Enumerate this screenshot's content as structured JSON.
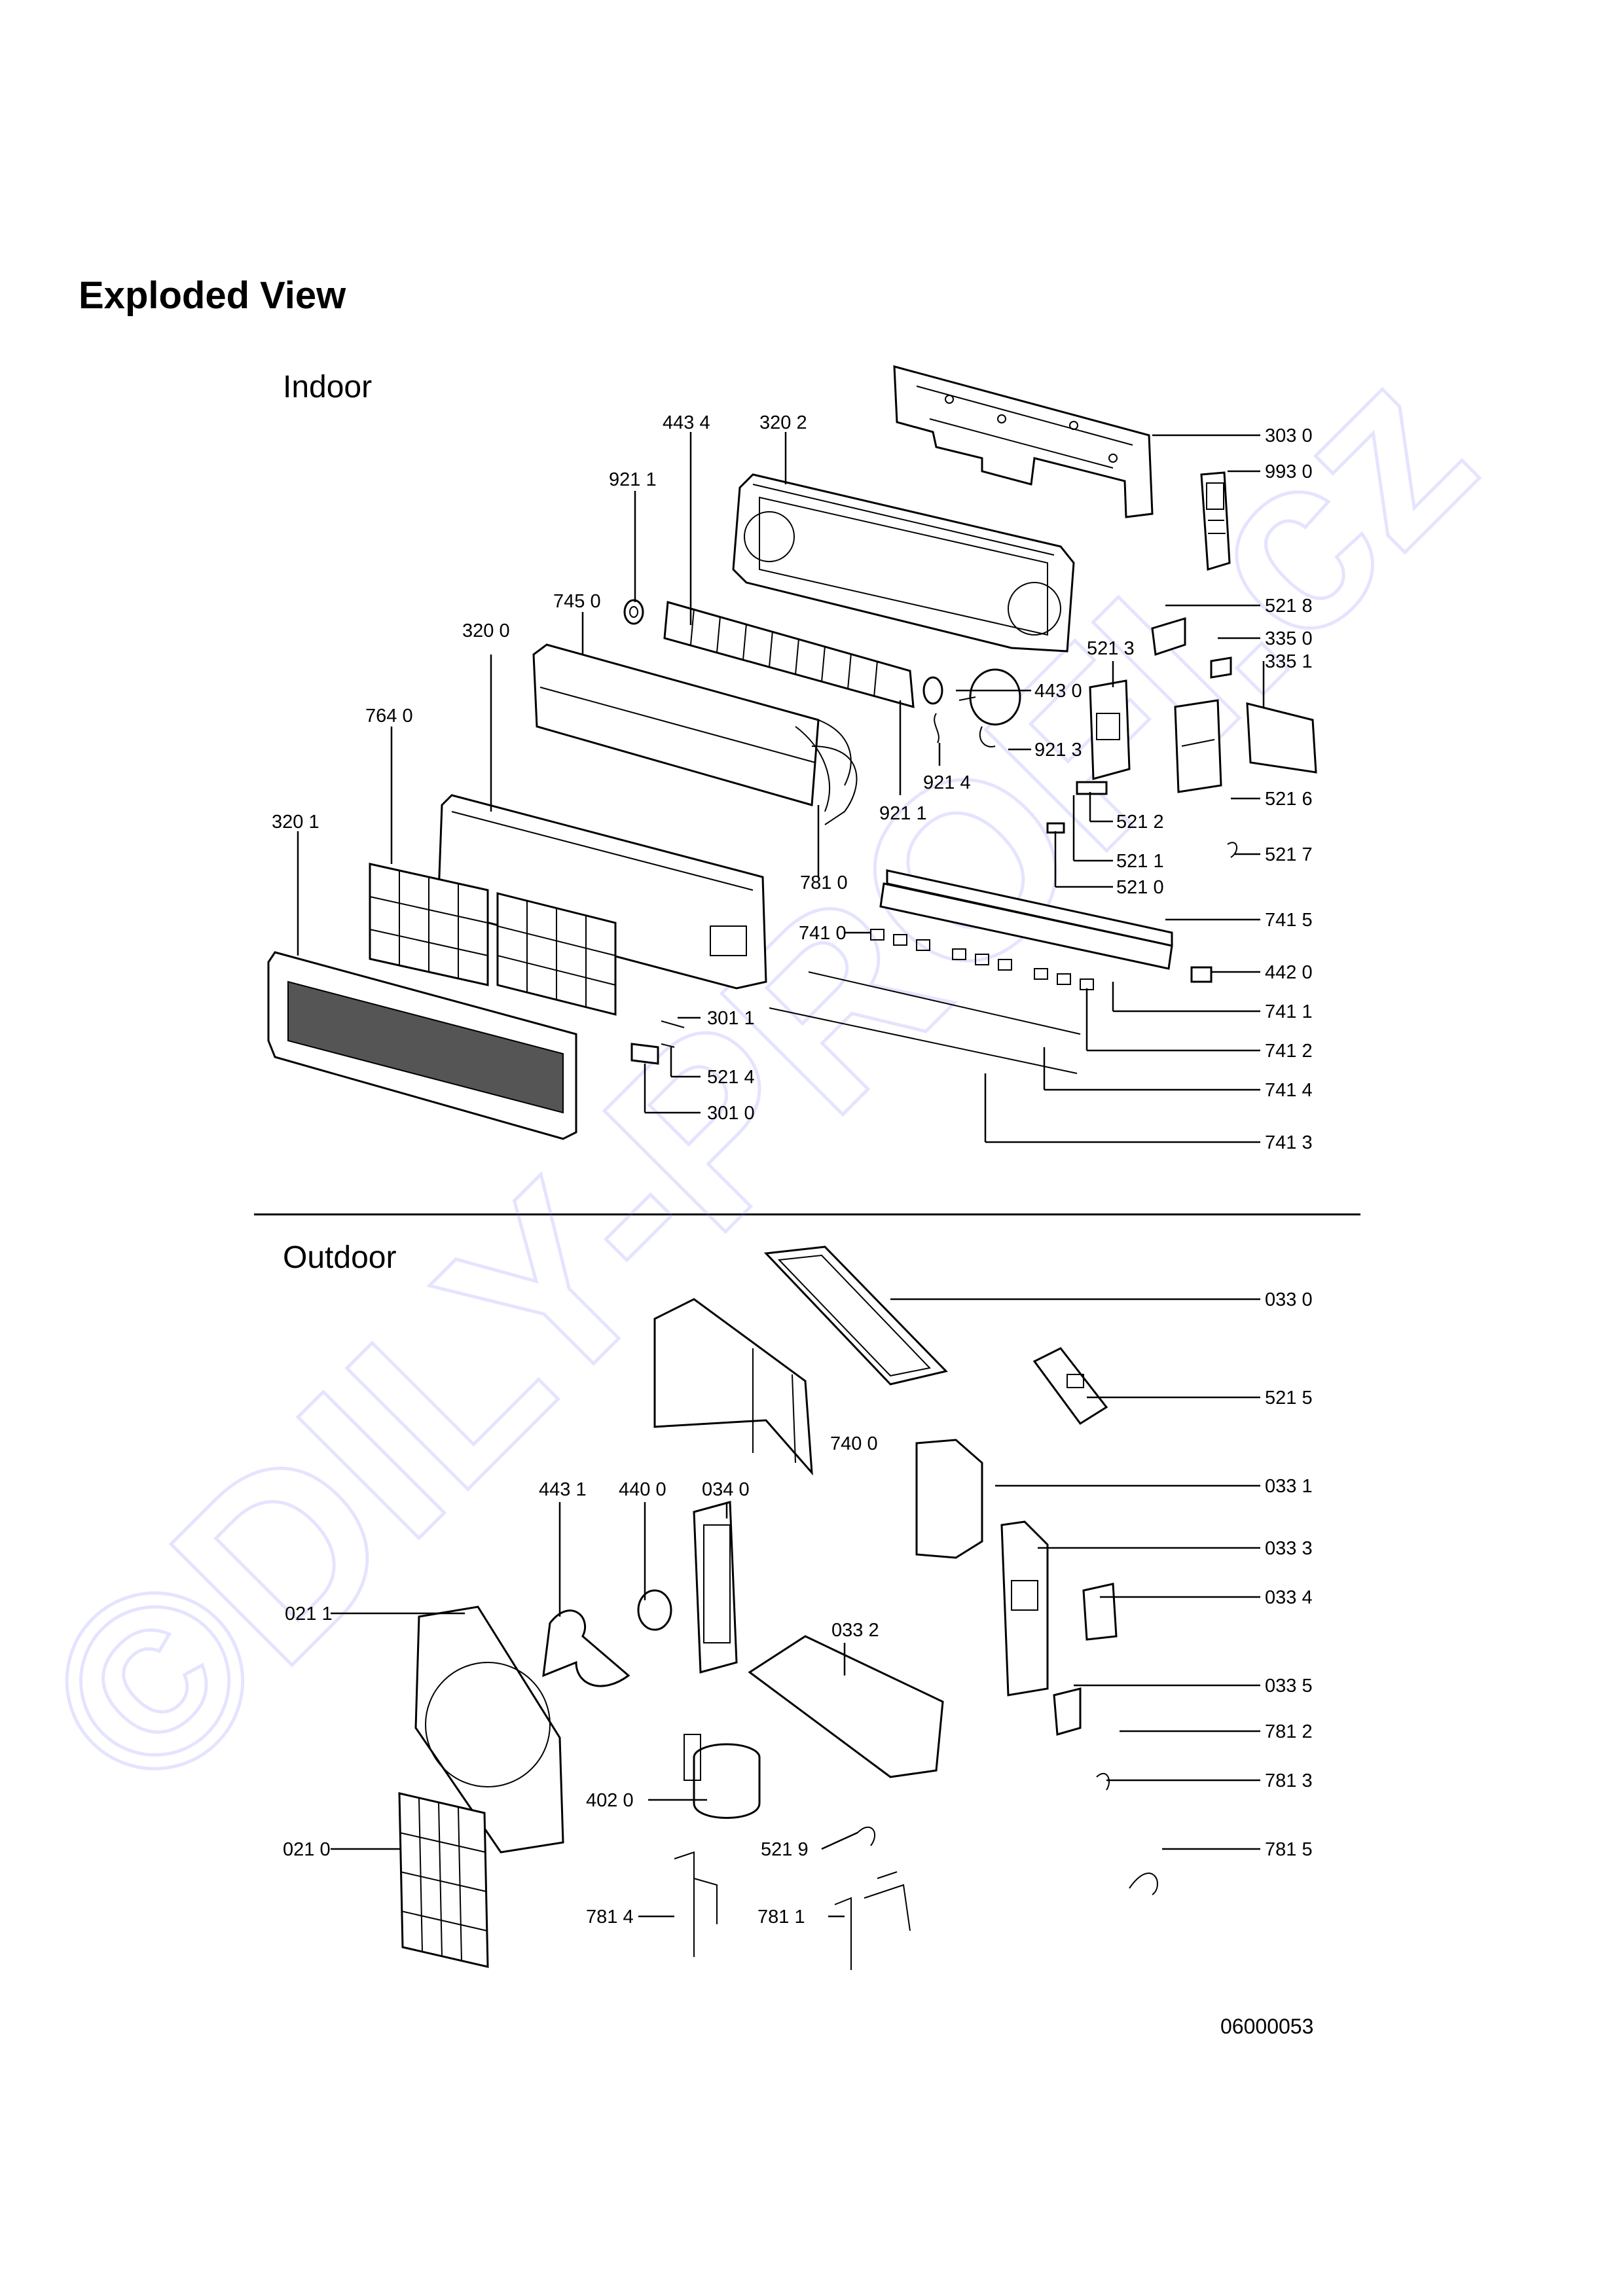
{
  "title": "Exploded View",
  "sections": {
    "indoor": "Indoor",
    "outdoor": "Outdoor"
  },
  "document_code": "06000053",
  "watermark": "©DILY-PROFI.cz",
  "indoor_callouts": {
    "c3030": "303 0",
    "c9930": "993 0",
    "c4434": "443 4",
    "c3202": "320 2",
    "c9211a": "921 1",
    "c7450": "745 0",
    "c3200": "320 0",
    "c5218": "521 8",
    "c3350": "335 0",
    "c5213": "521 3",
    "c3351": "335 1",
    "c4430": "443 0",
    "c7640": "764 0",
    "c9213": "921 3",
    "c9214": "921 4",
    "c5216": "521 6",
    "c9211b": "921 1",
    "c5212": "521 2",
    "c3201": "320 1",
    "c5211": "521 1",
    "c5217": "521 7",
    "c7810": "781 0",
    "c5210": "521 0",
    "c7415": "741 5",
    "c7410": "741 0",
    "c4420": "442 0",
    "c3011": "301 1",
    "c7411": "741 1",
    "c7412": "741 2",
    "c5214": "521 4",
    "c7414": "741 4",
    "c3010": "301 0",
    "c7413": "741 3"
  },
  "outdoor_callouts": {
    "c0330": "033 0",
    "c5215": "521 5",
    "c7400": "740 0",
    "c0331": "033 1",
    "c4431": "443 1",
    "c4400": "440 0",
    "c0340": "034 0",
    "c0333": "033 3",
    "c0211": "021 1",
    "c0334": "033 4",
    "c0332": "033 2",
    "c0335": "033 5",
    "c7812": "781 2",
    "c4020": "402 0",
    "c7813": "781 3",
    "c0210": "021 0",
    "c5219": "521 9",
    "c7815": "781 5",
    "c7814": "781 4",
    "c7811": "781 1"
  }
}
